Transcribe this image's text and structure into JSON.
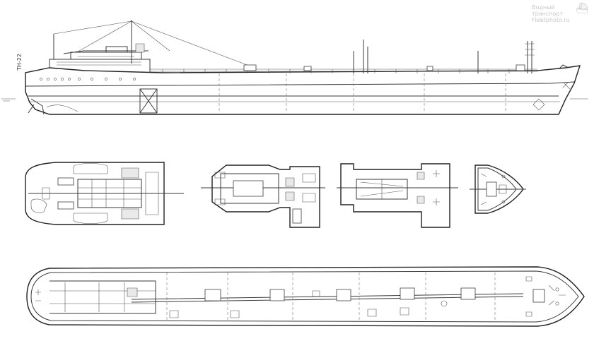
{
  "hull_number": "ТН-22",
  "watermark": {
    "line1": "Водный",
    "line2": "транспорт",
    "line3": "Fleetphoto.ru",
    "icon": "ship-icon"
  }
}
